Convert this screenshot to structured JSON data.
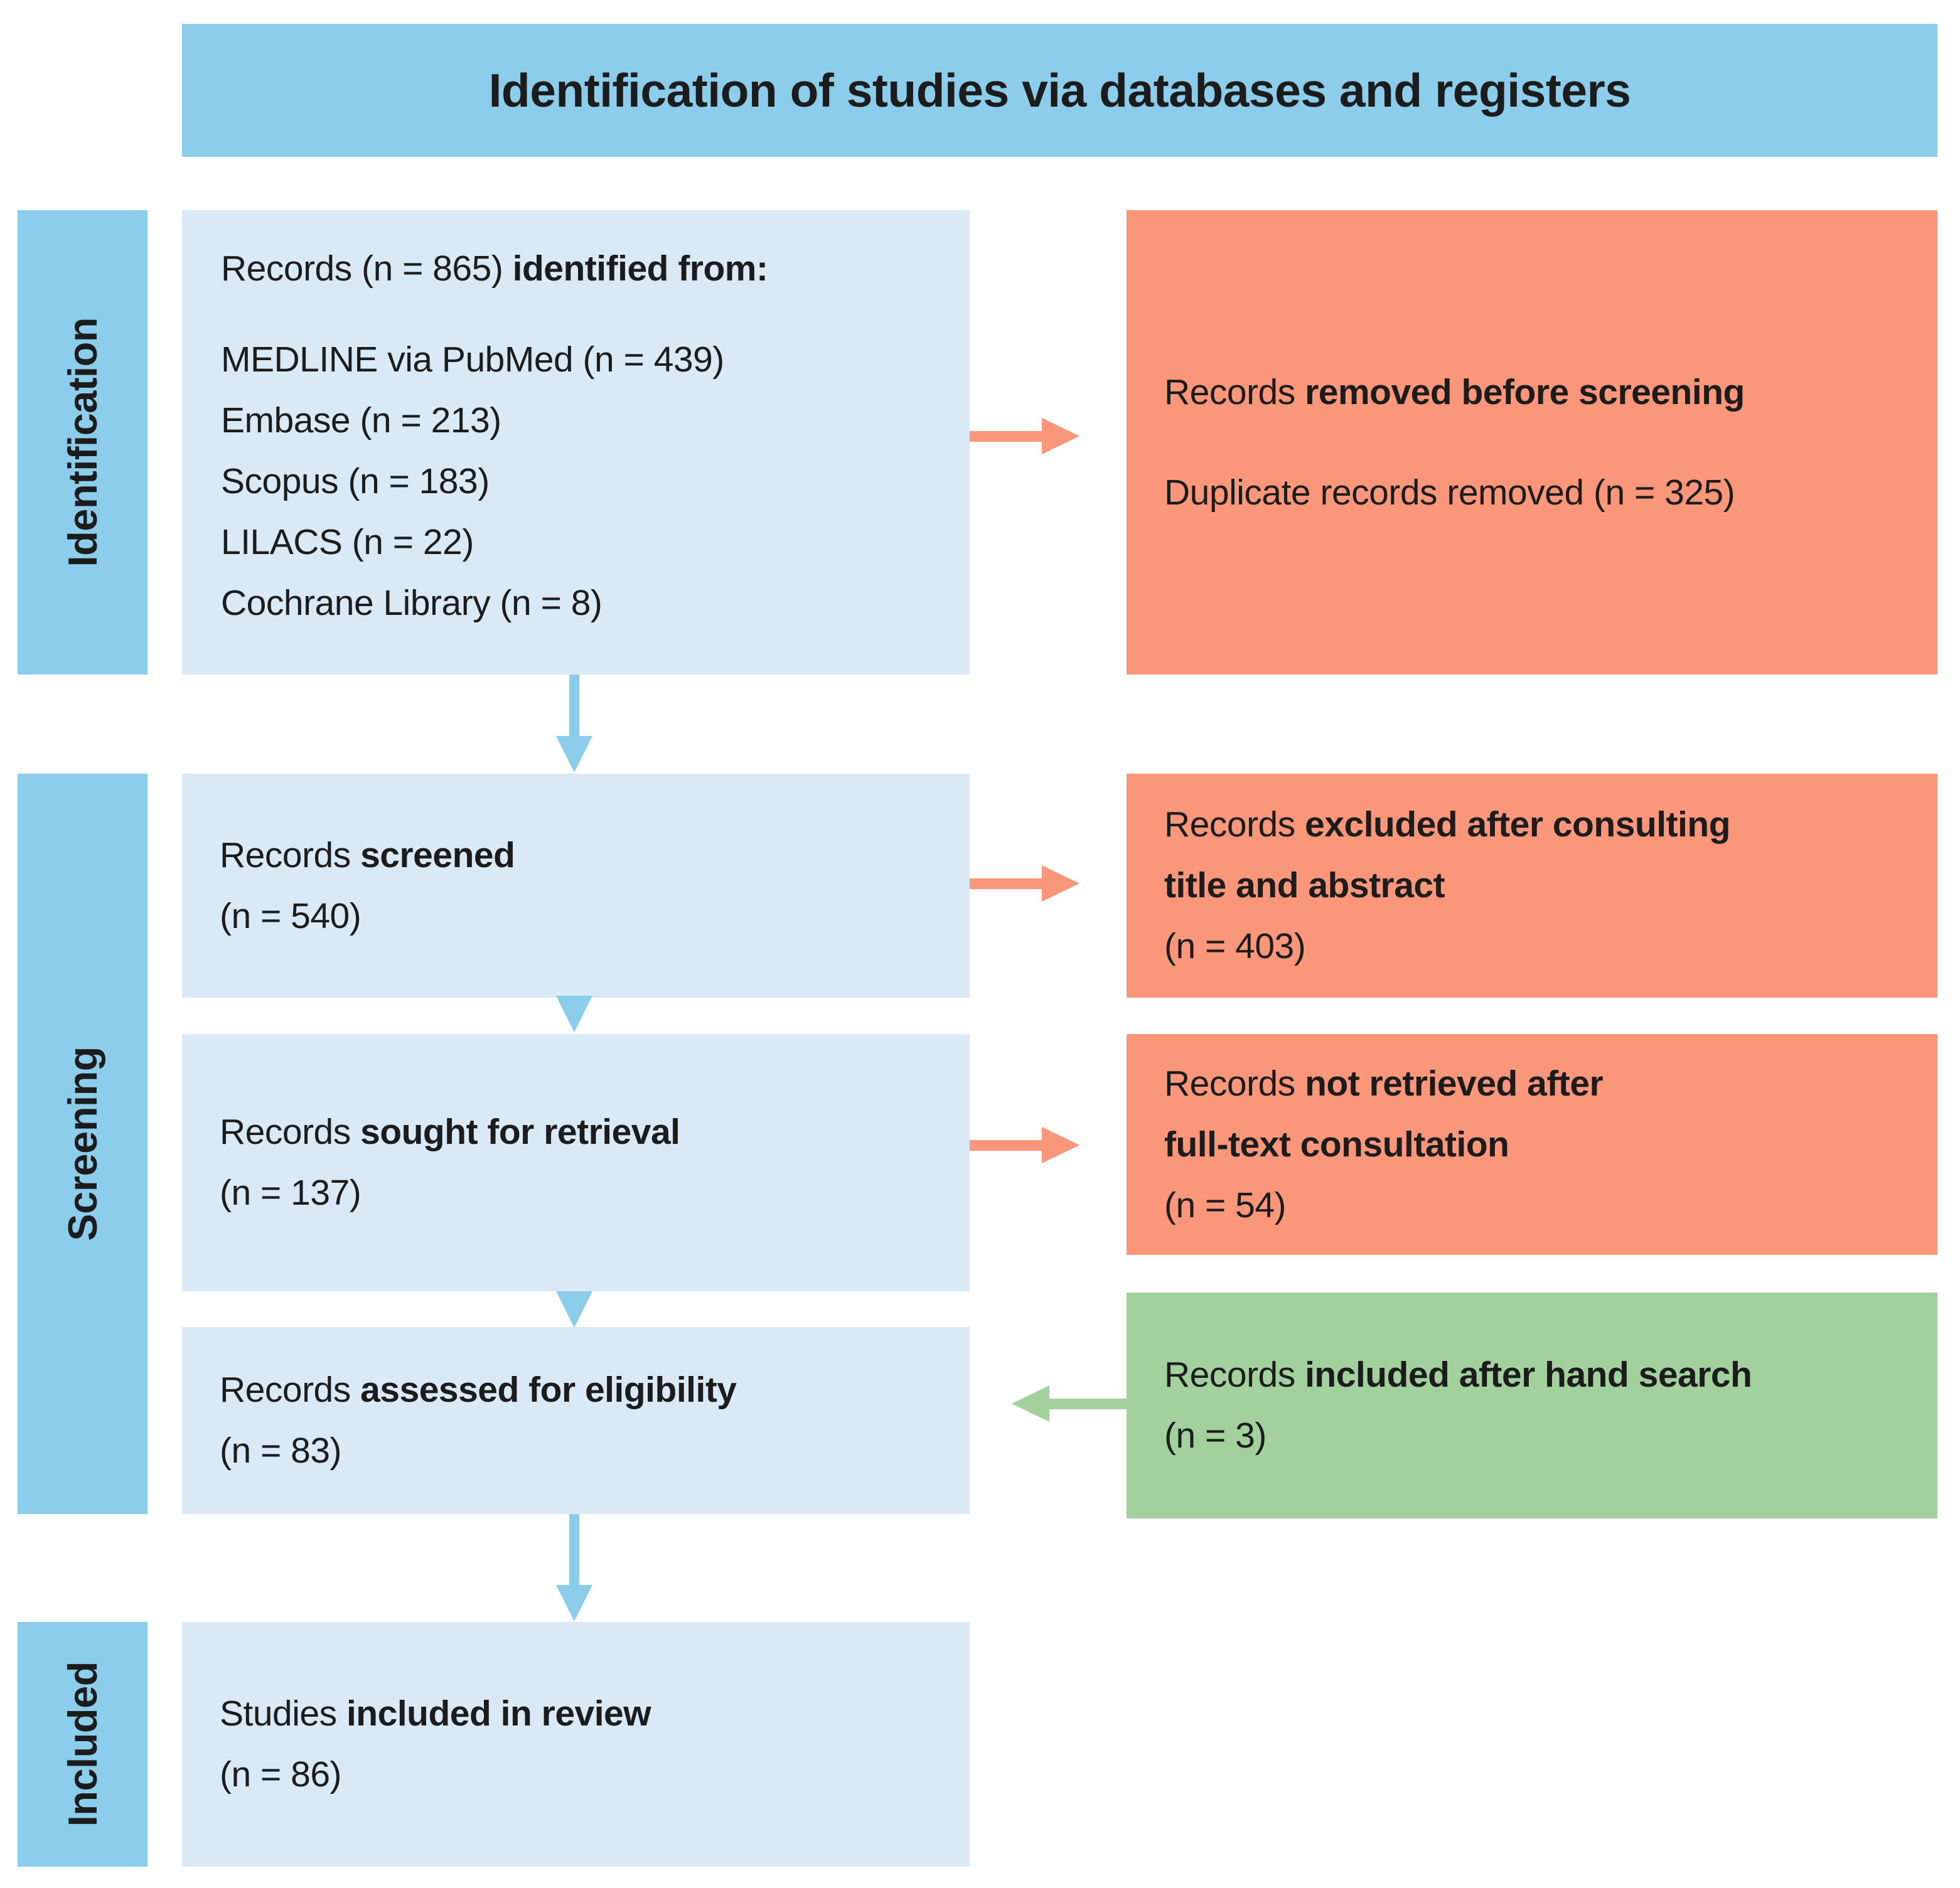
{
  "colors": {
    "header_blue": "#8bcdeb",
    "box_blue": "#d9e9f6",
    "box_salmon": "#fa967a",
    "box_green": "#a2d19e",
    "text": "#1c1c1c"
  },
  "title": "Identification of studies via databases and registers",
  "stages": {
    "identification": "Identification",
    "screening": "Screening",
    "included": "Included"
  },
  "boxes": {
    "identified": {
      "pre": "Records (n = 865) ",
      "bold": "identified from:",
      "items": [
        "MEDLINE via PubMed (n = 439)",
        "Embase (n = 213)",
        "Scopus (n = 183)",
        "LILACS (n = 22)",
        "Cochrane Library (n = 8)"
      ]
    },
    "removed": {
      "pre": "Records ",
      "bold": "removed before screening",
      "count": "Duplicate records removed (n = 325)"
    },
    "screened": {
      "pre": "Records ",
      "bold": "screened",
      "count": "(n = 540)"
    },
    "excluded": {
      "pre": "Records ",
      "bold": "excluded after consulting",
      "bold2": "title and abstract",
      "count": "(n = 403)"
    },
    "sought": {
      "pre": "Records ",
      "bold": "sought for retrieval",
      "count": "(n = 137)"
    },
    "not_retrieved": {
      "pre": "Records ",
      "bold": "not retrieved after",
      "bold2": "full-text consultation",
      "count": "(n = 54)"
    },
    "assessed": {
      "pre": "Records ",
      "bold": "assessed for eligibility",
      "count": "(n = 83)"
    },
    "hand_search": {
      "pre": "Records ",
      "bold": "included after hand search",
      "count": "(n = 3)"
    },
    "included": {
      "pre": "Studies ",
      "bold": "included in review",
      "count": "(n = 86)"
    }
  }
}
